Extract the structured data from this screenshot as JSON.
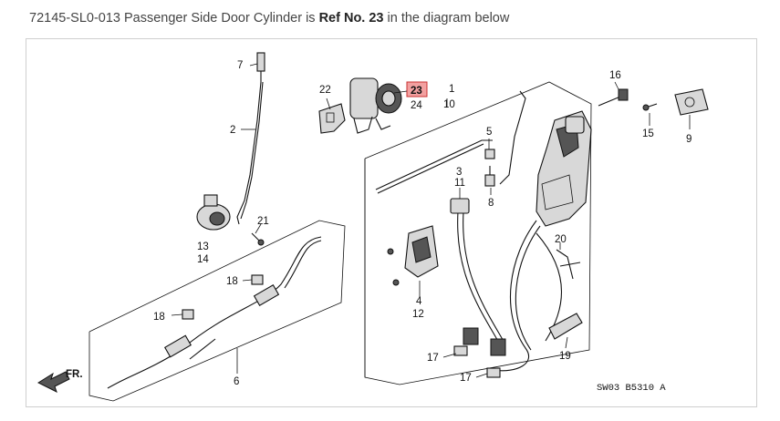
{
  "caption": {
    "prefix": "72145-SL0-013 Passenger Side Door Cylinder is ",
    "ref_label": "Ref No. 23",
    "suffix": " in the diagram below"
  },
  "diagram": {
    "highlight_color": "#f2a0a0",
    "highlighted_ref": "23",
    "callouts": {
      "c1": "1",
      "c2": "2",
      "c3": "3",
      "c4": "4",
      "c5": "5",
      "c6": "6",
      "c7": "7",
      "c8": "8",
      "c9": "9",
      "c10": "10",
      "c11": "11",
      "c12": "12",
      "c13": "13",
      "c14": "14",
      "c15": "15",
      "c16": "16",
      "c17a": "17",
      "c17b": "17",
      "c18a": "18",
      "c18b": "18",
      "c19": "19",
      "c20": "20",
      "c21": "21",
      "c22": "22",
      "c23": "23",
      "c24": "24"
    },
    "direction_label": "FR.",
    "drawing_code": "SW03  B5310 A"
  }
}
